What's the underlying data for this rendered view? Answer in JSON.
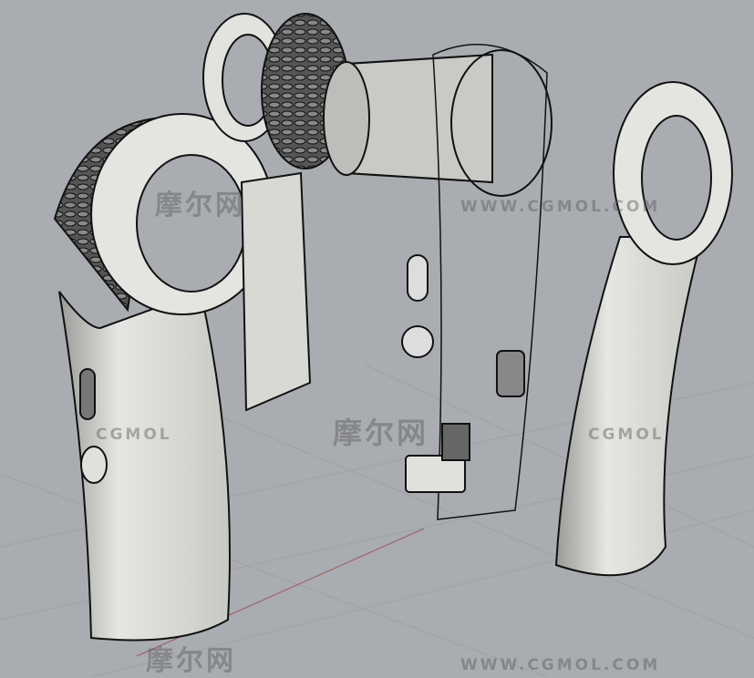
{
  "watermarks": {
    "cn": "摩尔网",
    "brand": "CGMOL",
    "url": "WWW.CGMOL.COM"
  },
  "colors": {
    "background": "#a9acb1",
    "part": "#dcdcd8",
    "outline": "#111111",
    "knurl": "#4a4a4a"
  }
}
